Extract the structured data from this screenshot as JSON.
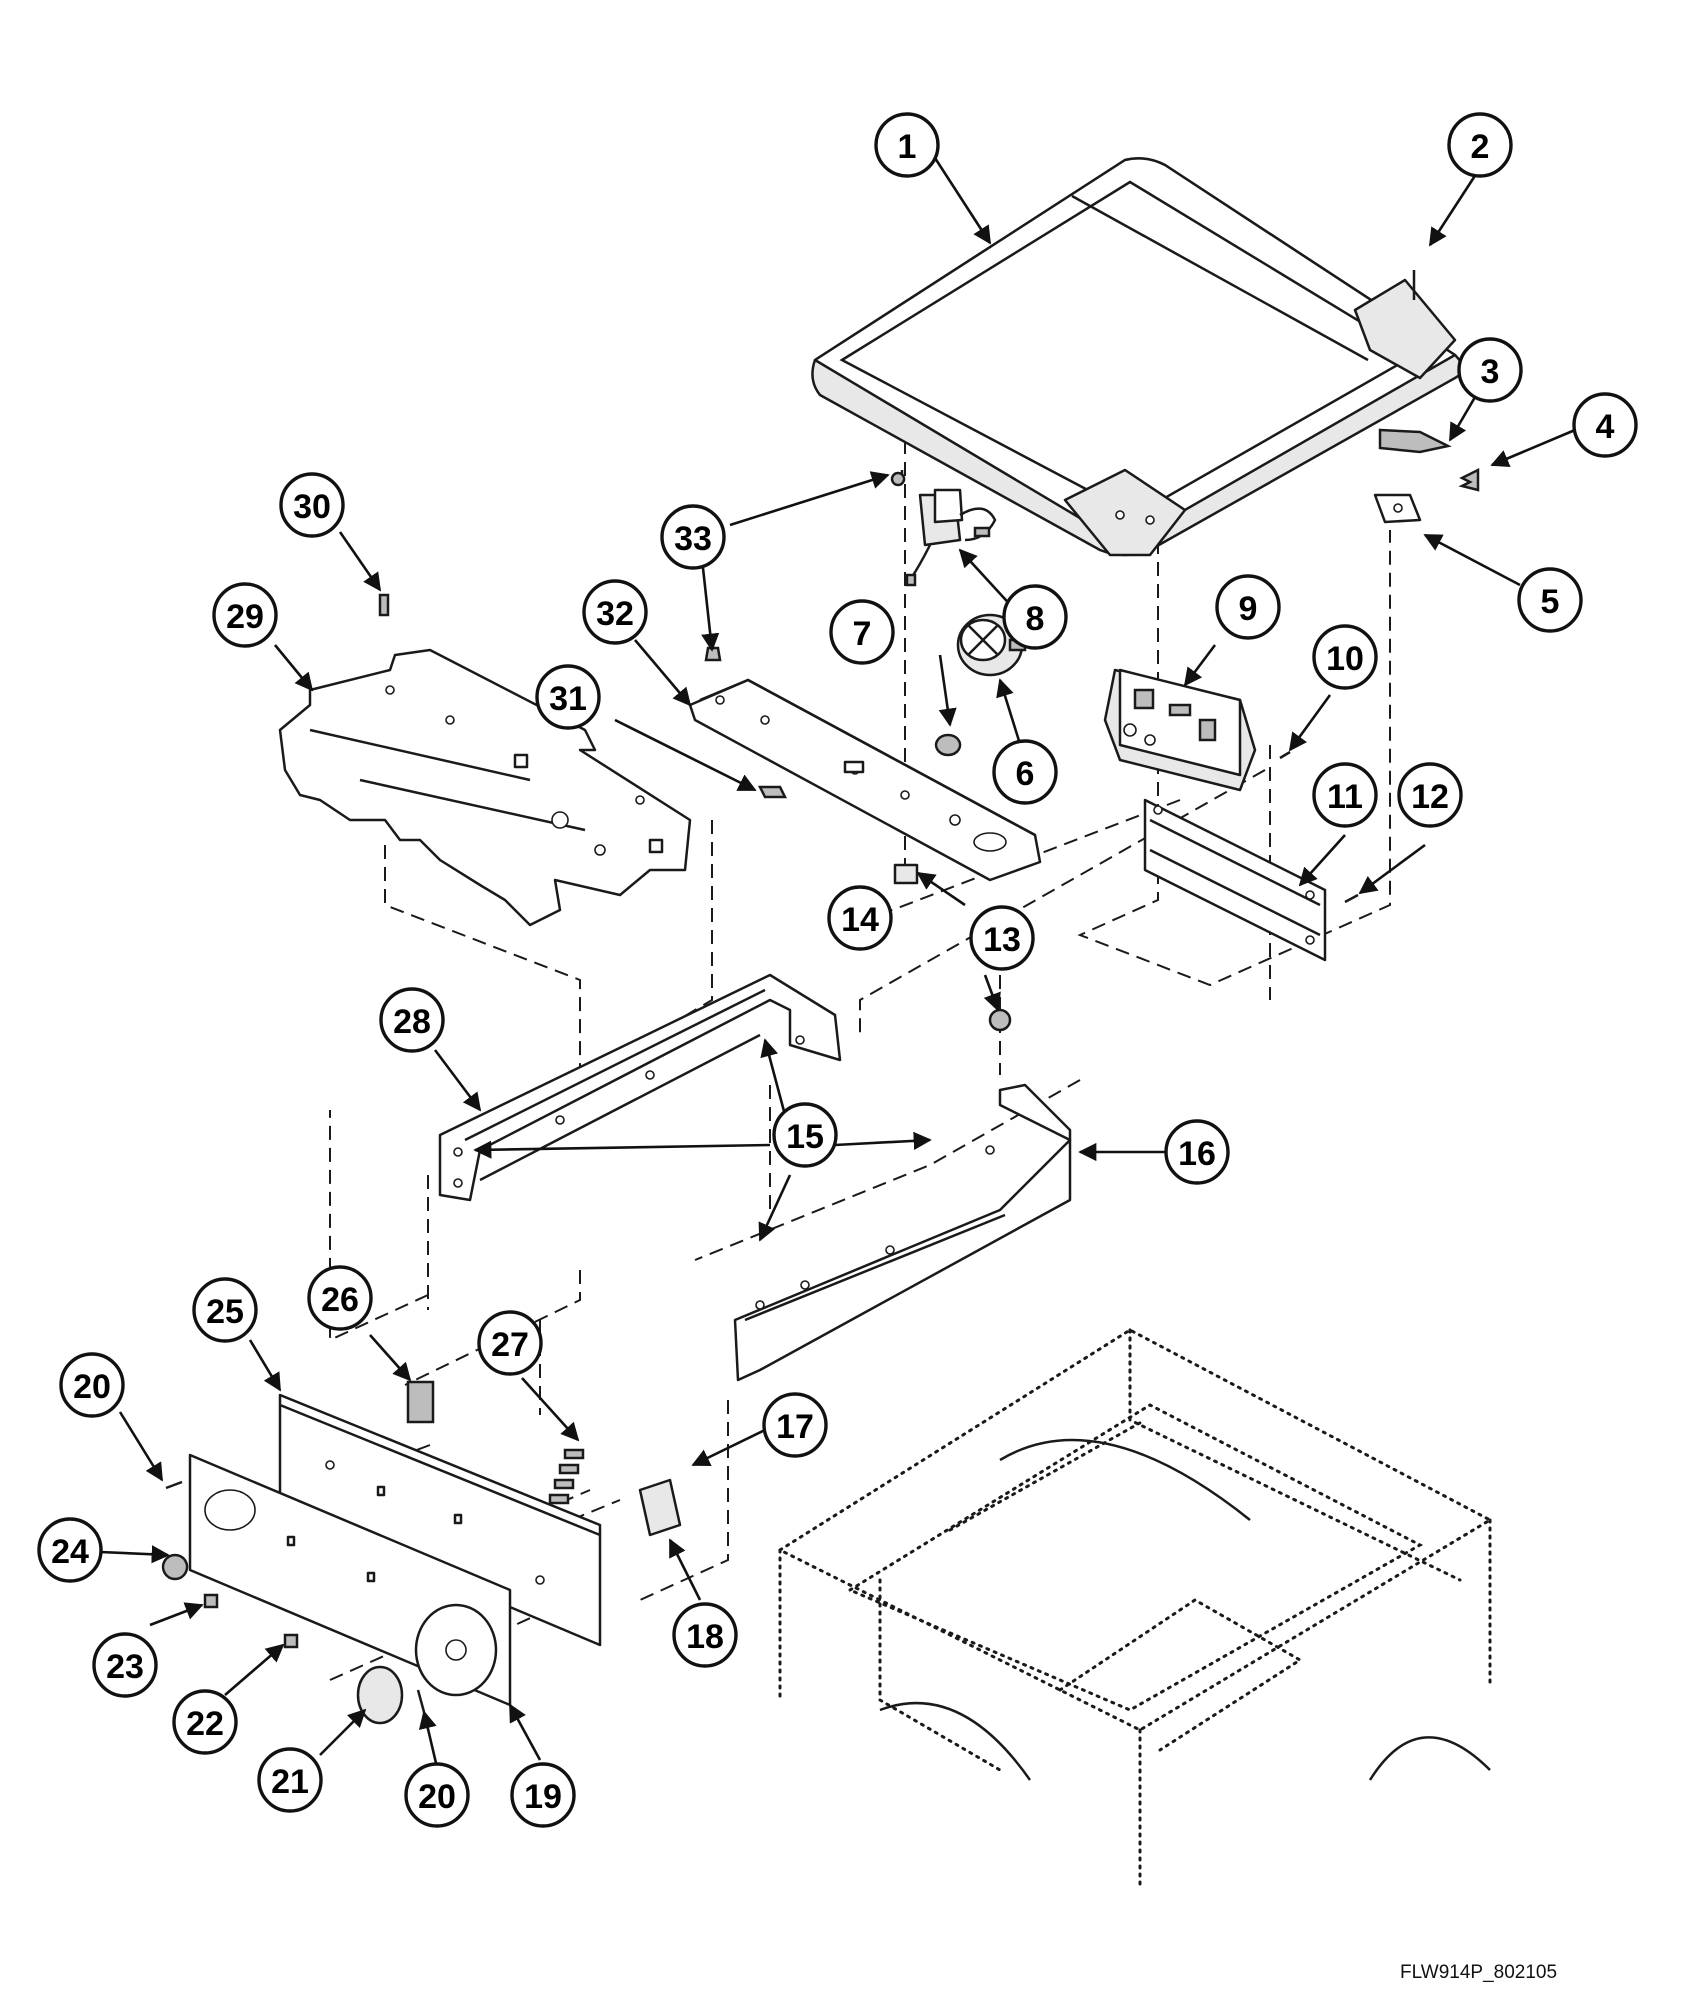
{
  "drawing_id": "FLW914P_802105",
  "callouts": [
    {
      "id": "callout-1",
      "label": "1"
    },
    {
      "id": "callout-2",
      "label": "2"
    },
    {
      "id": "callout-3",
      "label": "3"
    },
    {
      "id": "callout-4",
      "label": "4"
    },
    {
      "id": "callout-5",
      "label": "5"
    },
    {
      "id": "callout-6",
      "label": "6"
    },
    {
      "id": "callout-7",
      "label": "7"
    },
    {
      "id": "callout-8",
      "label": "8"
    },
    {
      "id": "callout-9",
      "label": "9"
    },
    {
      "id": "callout-10",
      "label": "10"
    },
    {
      "id": "callout-11",
      "label": "11"
    },
    {
      "id": "callout-12",
      "label": "12"
    },
    {
      "id": "callout-13",
      "label": "13"
    },
    {
      "id": "callout-14",
      "label": "14"
    },
    {
      "id": "callout-15",
      "label": "15"
    },
    {
      "id": "callout-16",
      "label": "16"
    },
    {
      "id": "callout-17",
      "label": "17"
    },
    {
      "id": "callout-18",
      "label": "18"
    },
    {
      "id": "callout-19",
      "label": "19"
    },
    {
      "id": "callout-20a",
      "label": "20"
    },
    {
      "id": "callout-20b",
      "label": "20"
    },
    {
      "id": "callout-21",
      "label": "21"
    },
    {
      "id": "callout-22",
      "label": "22"
    },
    {
      "id": "callout-23",
      "label": "23"
    },
    {
      "id": "callout-24",
      "label": "24"
    },
    {
      "id": "callout-25",
      "label": "25"
    },
    {
      "id": "callout-26",
      "label": "26"
    },
    {
      "id": "callout-27",
      "label": "27"
    },
    {
      "id": "callout-28",
      "label": "28"
    },
    {
      "id": "callout-29",
      "label": "29"
    },
    {
      "id": "callout-30",
      "label": "30"
    },
    {
      "id": "callout-31",
      "label": "31"
    },
    {
      "id": "callout-32",
      "label": "32"
    },
    {
      "id": "callout-33",
      "label": "33"
    }
  ]
}
